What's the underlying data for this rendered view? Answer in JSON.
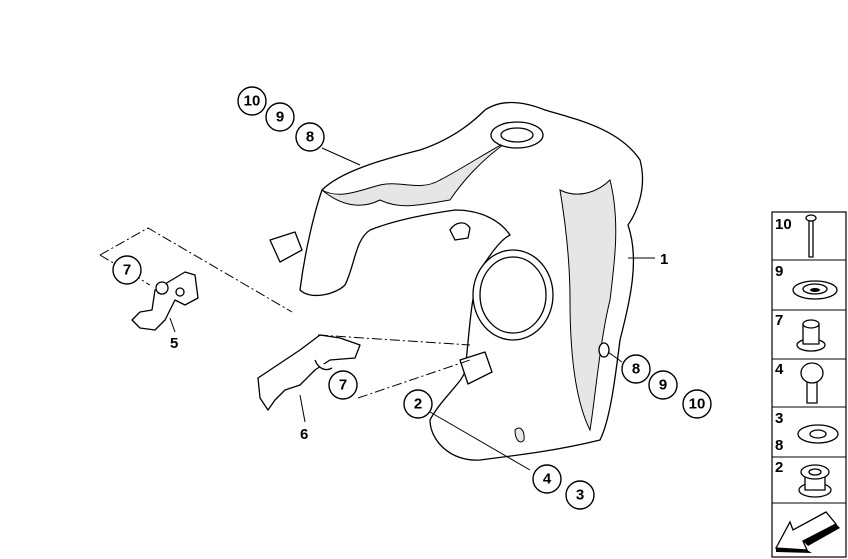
{
  "diagram": {
    "callouts": {
      "c10a": "10",
      "c9a": "9",
      "c8a": "8",
      "c1": "1",
      "c7a": "7",
      "c5": "5",
      "c7b": "7",
      "c6": "6",
      "c2": "2",
      "c8b": "8",
      "c9b": "9",
      "c10b": "10",
      "c4": "4",
      "c3": "3"
    }
  },
  "legend": {
    "items": [
      {
        "labels": "10",
        "part": "screw"
      },
      {
        "labels": "9",
        "part": "washer-cup"
      },
      {
        "labels": "7",
        "part": "bushing"
      },
      {
        "labels": "4",
        "part": "bolt"
      },
      {
        "labels": "3",
        "labels2": "8",
        "part": "washer"
      },
      {
        "labels": "2",
        "part": "grommet"
      }
    ]
  }
}
